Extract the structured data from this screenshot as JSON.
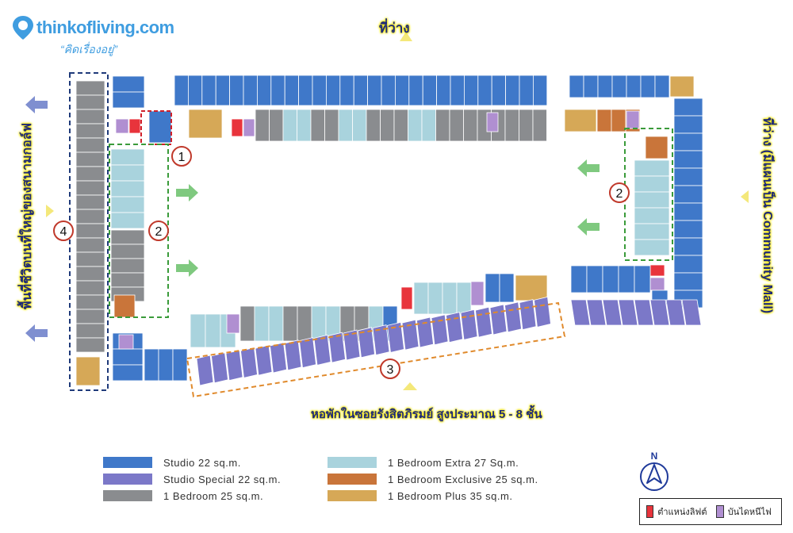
{
  "logo": {
    "name": "thinkofliving.com",
    "tagline": "“คิดเรื่องอยู่”"
  },
  "labels": {
    "north": "ที่ว่าง",
    "east": "ที่ว่าง (มีแผนเป็น Community Mall)",
    "west": "พื้นที่ชีวิตบนที่ใหญ่ของสนามกอล์ฟ",
    "south": "หอพักในซอยรังสิตภิรมย์ สูงประมาณ 5 - 8 ชั้น"
  },
  "zones": [
    "1",
    "2",
    "2",
    "3",
    "4"
  ],
  "colors": {
    "studio": "#3f78c9",
    "studio_special": "#7b78c8",
    "one_bed": "#8a8c8f",
    "one_bed_extra": "#a9d3dd",
    "one_bed_exclusive": "#c9753a",
    "one_bed_plus": "#d6a857",
    "lift": "#e8343c",
    "fire_stair": "#b08fd1",
    "zone_circle": "#c0392b",
    "zone_4_border": "#1f3a7a",
    "zone_1_border": "#d0202a",
    "zone_2_border": "#3a9b3a",
    "zone_3_border": "#e08a2c",
    "arrow_view": "#7fc97f",
    "arrow_west": "#7f8fd0",
    "arrow_sun": "#f4e87a"
  },
  "legend": [
    {
      "label": "Studio 22 sq.m.",
      "color": "#3f78c9"
    },
    {
      "label": "Studio Special 22 sq.m.",
      "color": "#7b78c8"
    },
    {
      "label": "1 Bedroom 25 sq.m.",
      "color": "#8a8c8f"
    },
    {
      "label": "1 Bedroom Extra 27 Sq.m.",
      "color": "#a9d3dd"
    },
    {
      "label": "1 Bedroom Exclusive 25 sq.m.",
      "color": "#c9753a"
    },
    {
      "label": "1 Bedroom Plus 35 sq.m.",
      "color": "#d6a857"
    }
  ],
  "key": {
    "lift": "ตำแหน่งลิฟต์",
    "fire_stair": "บันไดหนีไฟ"
  },
  "compass_label": "N"
}
